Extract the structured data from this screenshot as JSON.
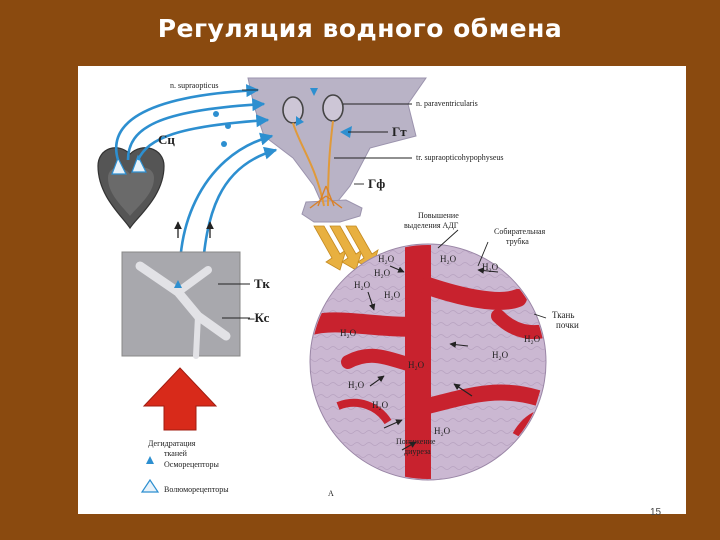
{
  "title": "Регуляция водного обмена",
  "page_number": "15",
  "labels": {
    "n_supraopticus": "n. supraopticus",
    "n_paraventricularis": "n. paraventricularis",
    "gt": "Гт",
    "sc": "Сц",
    "tr_supraopticohypophyseus": "tr. supraopticohypophyseus",
    "gf": "Гф",
    "adh_line1": "Повышение",
    "adh_line2": "выделения АДГ",
    "collecting_line1": "Собирательная",
    "collecting_line2": "трубка",
    "tk": "Тк",
    "ks": "–Кс",
    "tissue_line1": "Ткань",
    "tissue_line2": "почки",
    "dehydration_line1": "Дегидратация",
    "dehydration_line2": "тканей",
    "diuresis_line1": "Понижение",
    "diuresis_line2": "диуреза",
    "osmoreceptors": "Осморецепторы",
    "volumoreceptors": "Волюморецепторы",
    "figure_letter": "А"
  },
  "water_label": "H₂O",
  "colors": {
    "background": "#8a4a0f",
    "nerve_blue": "#2d8fd0",
    "vessel_red": "#c8222e",
    "tissue_lilac": "#c9b6cf",
    "arrow_red": "#d82a1a",
    "arrow_yellow": "#e8b040"
  }
}
